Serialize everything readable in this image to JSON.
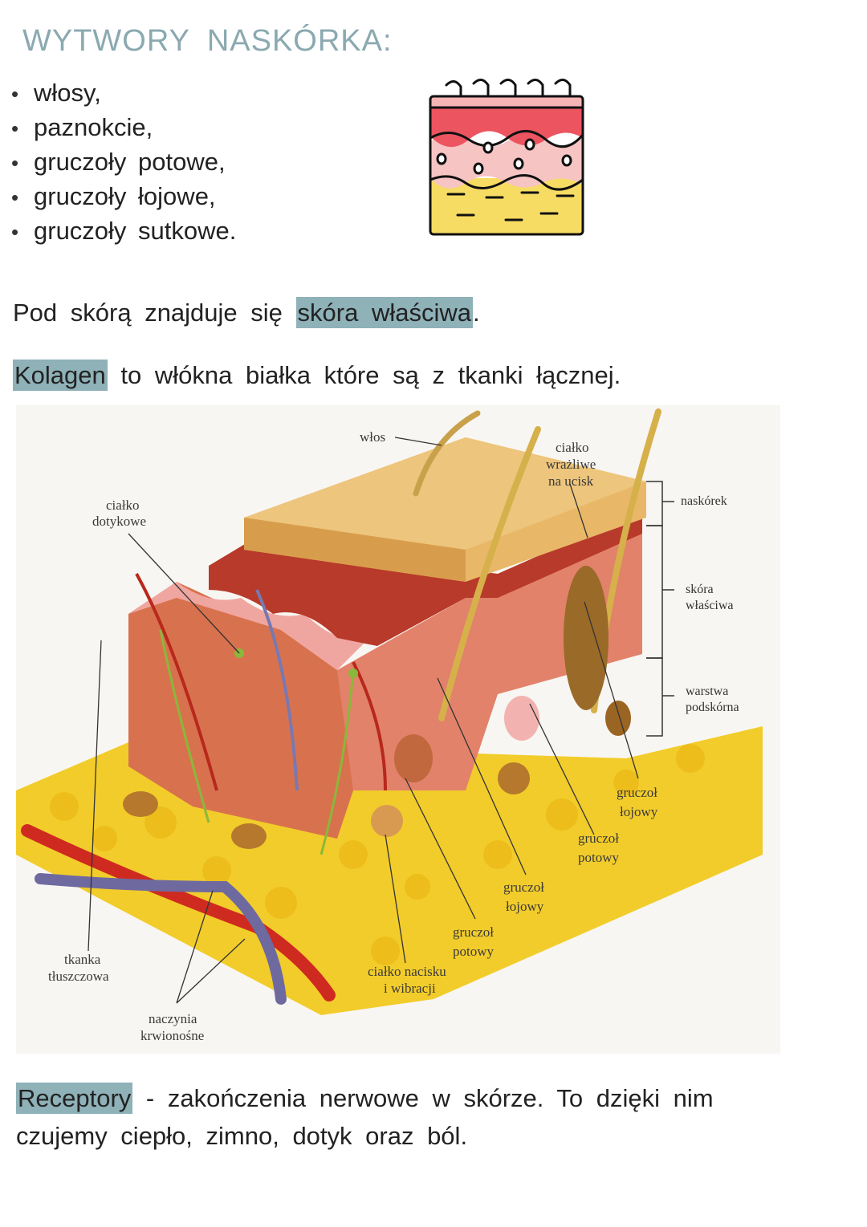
{
  "heading": "WYTWORY NASKÓRKA:",
  "bullets": [
    "włosy,",
    "paznokcie,",
    "gruczoły potowe,",
    "gruczoły łojowe,",
    "gruczoły sutkowe."
  ],
  "paragraph1": {
    "before": "Pod skórą znajduje się ",
    "highlight": "skóra właściwa",
    "after": "."
  },
  "paragraph2": {
    "highlight": "Kolagen",
    "after": " to włókna białka które są z tkanki łącznej."
  },
  "figure": {
    "labels": {
      "wlos": "włos",
      "cialko_wrazliwe_1": "ciałko",
      "cialko_wrazliwe_2": "wrażliwe",
      "cialko_wrazliwe_3": "na ucisk",
      "cialko_dotykowe_1": "ciałko",
      "cialko_dotykowe_2": "dotykowe",
      "naskorek": "naskórek",
      "skora_wlasciwa_1": "skóra",
      "skora_wlasciwa_2": "właściwa",
      "warstwa_podskorna_1": "warstwa",
      "warstwa_podskorna_2": "podskórna",
      "gruczol_lojowy_r1": "gruczoł",
      "gruczol_lojowy_r2": "łojowy",
      "gruczol_potowy_r1": "gruczoł",
      "gruczol_potowy_r2": "potowy",
      "gruczol_lojowy_c1": "gruczoł",
      "gruczol_lojowy_c2": "łojowy",
      "gruczol_potowy_c1": "gruczoł",
      "gruczol_potowy_c2": "potowy",
      "cialko_nacisku_1": "ciałko nacisku",
      "cialko_nacisku_2": "i wibracji",
      "tkanka_1": "tkanka",
      "tkanka_2": "tłuszczowa",
      "naczynia_1": "naczynia",
      "naczynia_2": "krwionośne"
    }
  },
  "paragraph3": {
    "highlight": "Receptory",
    "line1": " - zakończenia nerwowe w skórze. To dzięki nim",
    "line2": "czujemy ciepło, zimno, dotyk oraz ból."
  },
  "colors": {
    "heading": "#8aa9b0",
    "highlight": "#8fb1b8"
  }
}
